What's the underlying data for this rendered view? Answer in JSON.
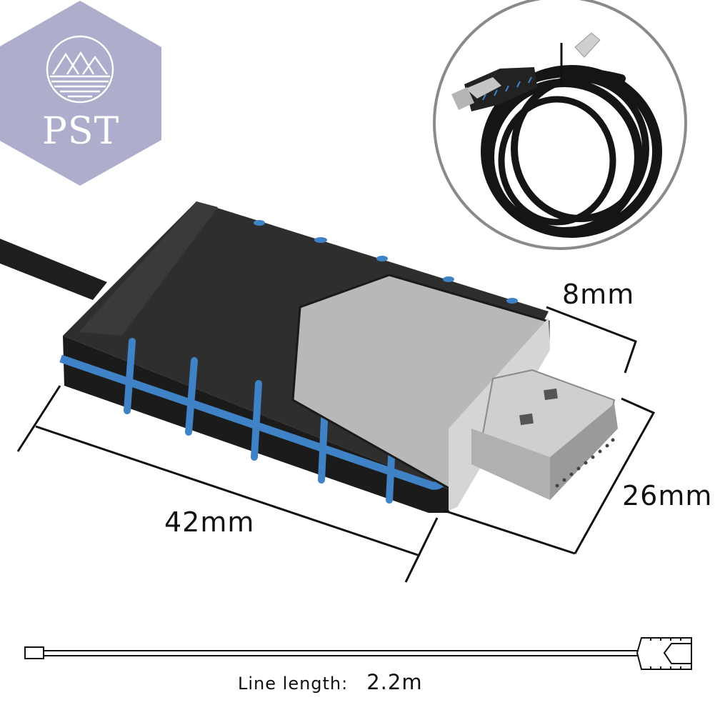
{
  "logo": {
    "text": "PST",
    "icon": "mountains-over-water-icon",
    "background_color": "#aeadcc"
  },
  "product": {
    "name": "hdmi-connector",
    "body_color": "#2a2a2a",
    "accent_color": "#3f83c6",
    "plug_color": "#bdbdbd"
  },
  "inset": {
    "description": "coiled-cable-photo",
    "ring_color": "#8a8a8a"
  },
  "dimensions": {
    "thickness": "8mm",
    "width": "26mm",
    "length": "42mm"
  },
  "cable_diagram": {
    "label": "Line length:",
    "value": "2.2m"
  }
}
